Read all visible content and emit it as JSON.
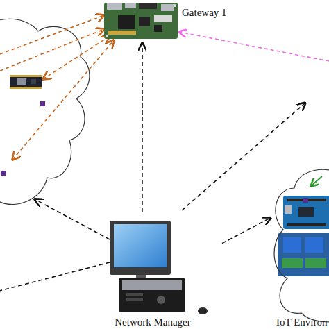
{
  "diagram": {
    "nodes": [
      {
        "text": [
          "Gateway 1"
        ]
      },
      {
        "text": [
          "Network Manager"
        ]
      },
      {
        "text": [
          "IoT Environ"
        ]
      }
    ],
    "edges": [
      {
        "from": 1,
        "to": 0,
        "arrow": "to"
      },
      {
        "from": 1,
        "to": 2,
        "arrow": "to"
      }
    ]
  }
}
